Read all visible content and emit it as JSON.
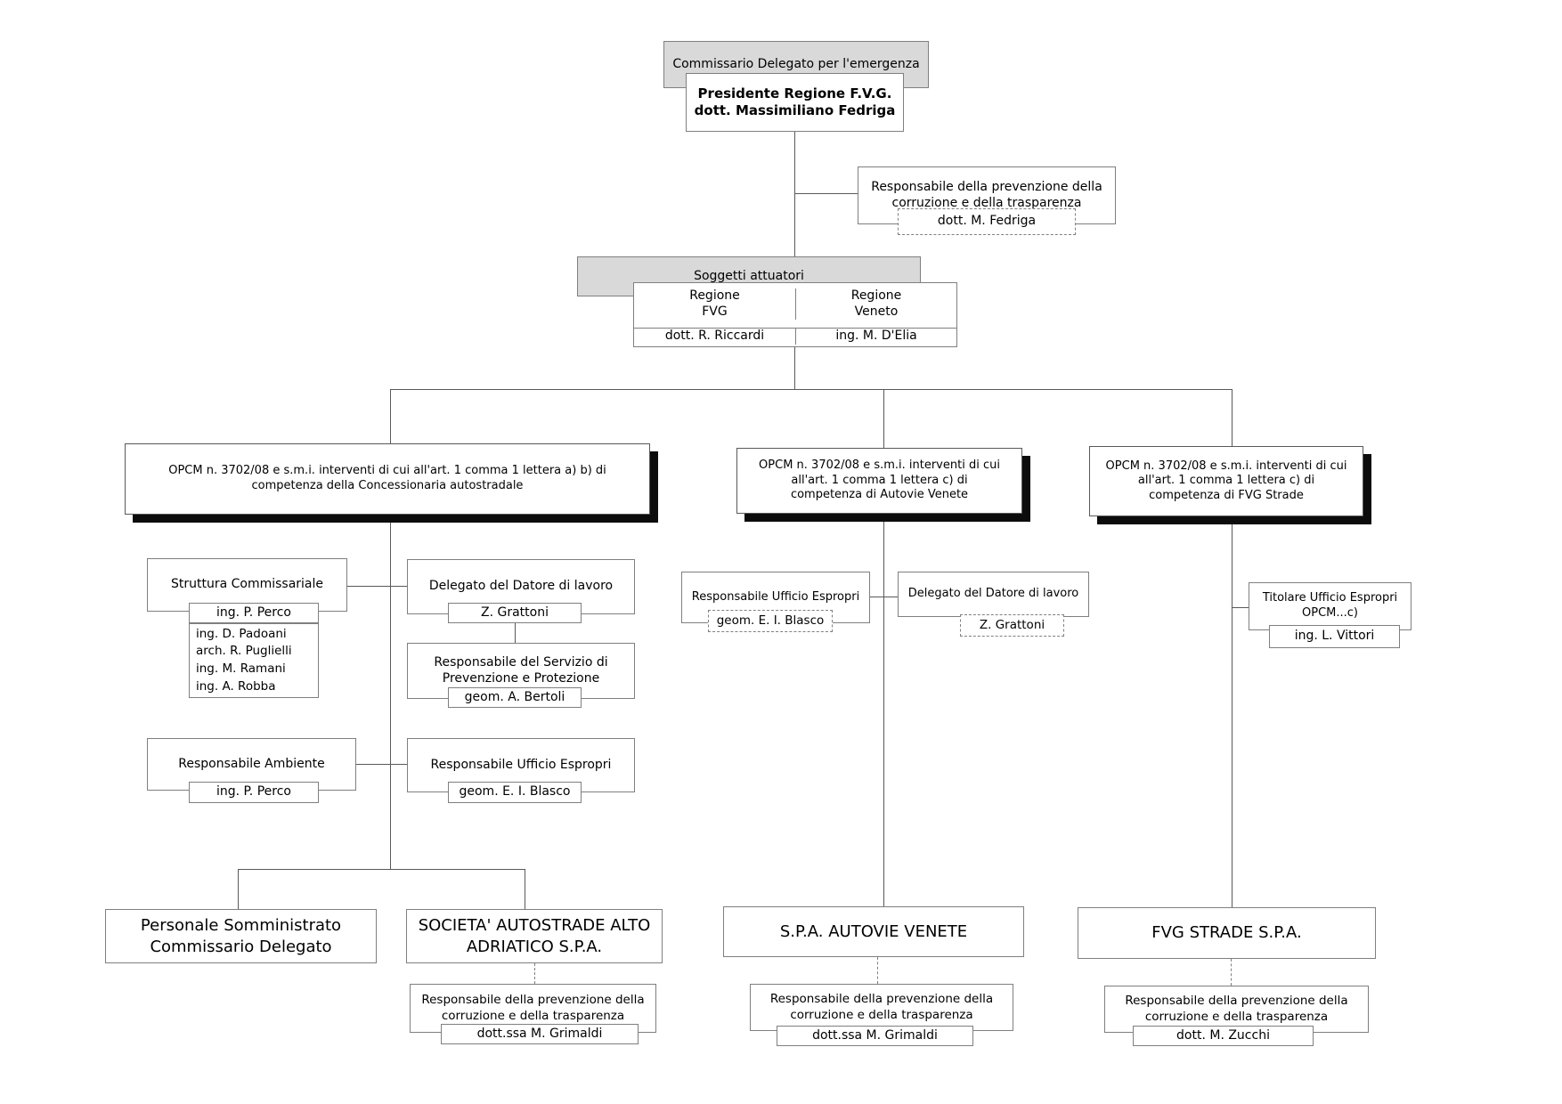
{
  "palette": {
    "background": "#ffffff",
    "box_border": "#7f7f7f",
    "gray_fill": "#d9d9d9",
    "opcm_shadow": "#0c0c0c",
    "connector": "#595959"
  },
  "diagram": {
    "commissario_header": "Commissario Delegato per l'emergenza",
    "presidente": "Presidente Regione F.V.G.\ndott. Massimiliano Fedriga",
    "rpct_top": {
      "title": "Responsabile della prevenzione della\ncorruzione e della trasparenza",
      "name": "dott. M. Fedriga"
    },
    "soggetti": {
      "header": "Soggetti attuatori",
      "fvg": {
        "region": "Regione\nFVG",
        "name": "dott. R. Riccardi"
      },
      "veneto": {
        "region": "Regione\nVeneto",
        "name": "ing. M. D'Elia"
      }
    },
    "opcm_concessionaria": "OPCM n. 3702/08 e s.m.i. interventi di cui all'art. 1 comma 1 lettera a) b) di\ncompetenza della Concessionaria autostradale",
    "opcm_autovie": "OPCM n. 3702/08 e s.m.i. interventi di cui\nall'art. 1 comma 1 lettera c) di\ncompetenza di Autovie Venete",
    "opcm_fvg_strade": "OPCM n. 3702/08 e s.m.i. interventi di cui\nall'art. 1 comma 1 lettera c) di\ncompetenza di FVG Strade",
    "struttura": {
      "title": "Struttura Commissariale",
      "name": "ing. P. Perco",
      "staff": "ing. D. Padoani\narch. R. Puglielli\ning. M. Ramani\ning. A. Robba"
    },
    "delegato_datore_1": {
      "title": "Delegato del Datore di lavoro",
      "name": "Z. Grattoni"
    },
    "servizio_prevenzione": {
      "title": "Responsabile del Servizio di\nPrevenzione e Protezione",
      "name": "geom. A. Bertoli"
    },
    "resp_ambiente": {
      "title": "Responsabile Ambiente",
      "name": "ing. P. Perco"
    },
    "espropri_commissariale": {
      "title": "Responsabile Ufficio Espropri",
      "name": "geom. E. I. Blasco"
    },
    "espropri_autovie": {
      "title": "Responsabile Ufficio Espropri",
      "name": "geom. E. I. Blasco"
    },
    "delegato_datore_2": {
      "title": "Delegato del Datore di lavoro",
      "name": "Z. Grattoni"
    },
    "titolare_espropri": {
      "title": "Titolare Ufficio Espropri\nOPCM...c)",
      "name": "ing. L. Vittori"
    },
    "personale": "Personale Somministrato\nCommissario Delegato",
    "societa_autostrade": "SOCIETA' AUTOSTRADE ALTO\nADRIATICO S.P.A.",
    "autovie": "S.P.A. AUTOVIE VENETE",
    "fvg_strade": "FVG STRADE S.P.A.",
    "rpct_saaa": {
      "title": "Responsabile della prevenzione della\ncorruzione e della trasparenza",
      "name": "dott.ssa M. Grimaldi"
    },
    "rpct_autovie": {
      "title": "Responsabile della prevenzione della\ncorruzione e della trasparenza",
      "name": "dott.ssa M. Grimaldi"
    },
    "rpct_fvg_strade": {
      "title": "Responsabile della prevenzione della\ncorruzione e della trasparenza",
      "name": "dott. M. Zucchi"
    }
  }
}
